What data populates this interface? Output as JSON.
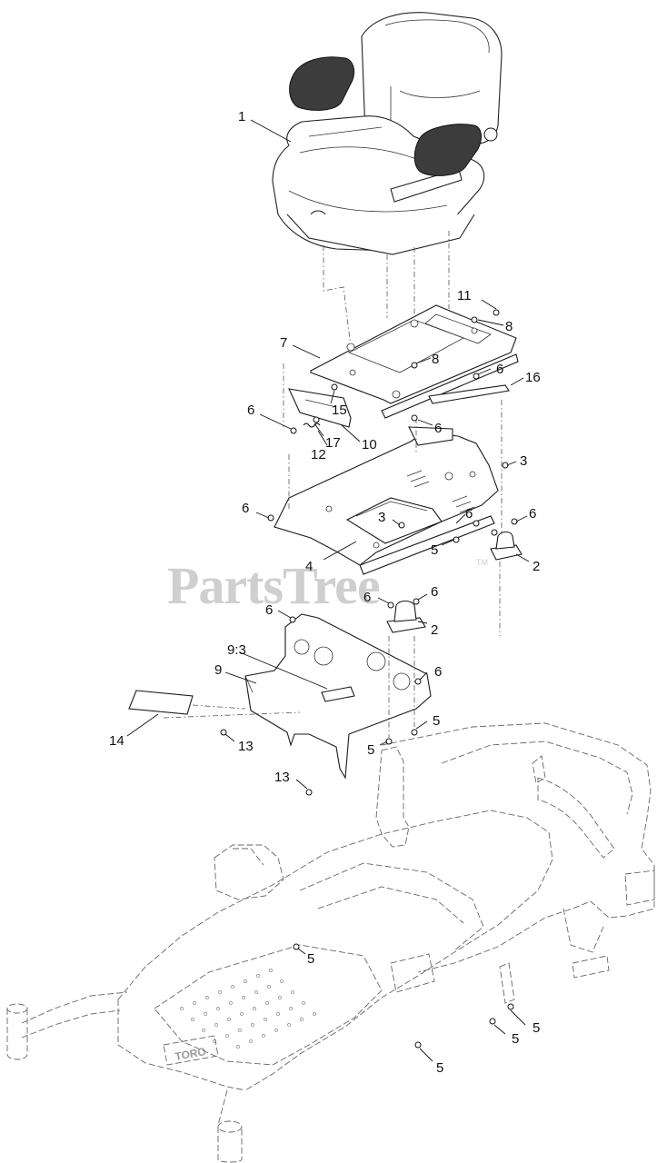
{
  "watermark": {
    "text": "PartsTree",
    "trademark": "TM"
  },
  "callouts": [
    {
      "id": "c1",
      "label": "1"
    },
    {
      "id": "c11",
      "label": "11"
    },
    {
      "id": "c8a",
      "label": "8"
    },
    {
      "id": "c7",
      "label": "7"
    },
    {
      "id": "c8b",
      "label": "8"
    },
    {
      "id": "c6a",
      "label": "6"
    },
    {
      "id": "c16",
      "label": "16"
    },
    {
      "id": "c15",
      "label": "15"
    },
    {
      "id": "c6b",
      "label": "6"
    },
    {
      "id": "c6c",
      "label": "6"
    },
    {
      "id": "c17",
      "label": "17"
    },
    {
      "id": "c10",
      "label": "10"
    },
    {
      "id": "c12",
      "label": "12"
    },
    {
      "id": "c3a",
      "label": "3"
    },
    {
      "id": "c6d",
      "label": "6"
    },
    {
      "id": "c6e",
      "label": "6"
    },
    {
      "id": "c3b",
      "label": "3"
    },
    {
      "id": "c6f",
      "label": "6"
    },
    {
      "id": "c5a",
      "label": "5"
    },
    {
      "id": "c4",
      "label": "4"
    },
    {
      "id": "c2a",
      "label": "2"
    },
    {
      "id": "c6g",
      "label": "6"
    },
    {
      "id": "c6h",
      "label": "6"
    },
    {
      "id": "c2b",
      "label": "2"
    },
    {
      "id": "c6i",
      "label": "6"
    },
    {
      "id": "c93",
      "label": "9:3"
    },
    {
      "id": "c9",
      "label": "9"
    },
    {
      "id": "c6j",
      "label": "6"
    },
    {
      "id": "c14",
      "label": "14"
    },
    {
      "id": "c13a",
      "label": "13"
    },
    {
      "id": "c5b",
      "label": "5"
    },
    {
      "id": "c5c",
      "label": "5"
    },
    {
      "id": "c13b",
      "label": "13"
    },
    {
      "id": "c5d",
      "label": "5"
    },
    {
      "id": "c5e",
      "label": "5"
    },
    {
      "id": "c5f",
      "label": "5"
    },
    {
      "id": "c5g",
      "label": "5"
    }
  ],
  "frame_logo": "TORO"
}
